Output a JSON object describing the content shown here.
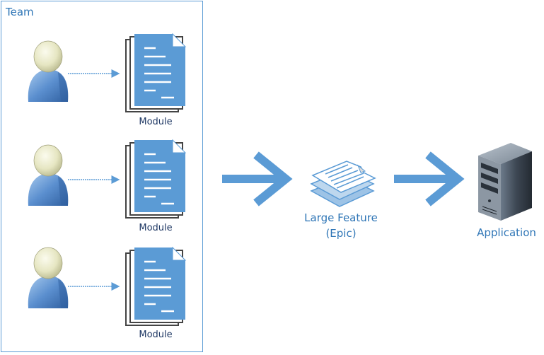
{
  "team": {
    "title": "Team"
  },
  "rows": [
    {
      "module_label": "Module"
    },
    {
      "module_label": "Module"
    },
    {
      "module_label": "Module"
    }
  ],
  "epic": {
    "line1": "Large Feature",
    "line2": "(Epic)"
  },
  "application": {
    "label": "Application"
  },
  "icons": {
    "person": "user-icon",
    "document": "document-stack-icon",
    "feature": "layered-pages-icon",
    "server": "server-tower-icon"
  },
  "colors": {
    "accent": "#5b9bd5",
    "label_blue": "#2e75b6",
    "module_text": "#1f3864"
  }
}
